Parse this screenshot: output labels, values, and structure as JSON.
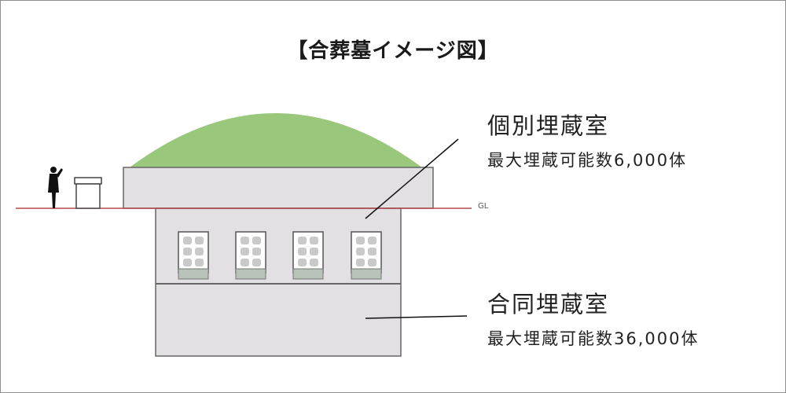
{
  "title": "【合葬墓イメージ図】",
  "ground_label": "GL",
  "individual_chamber": {
    "name": "個別埋蔵室",
    "capacity": "最大埋蔵可能数6,000体"
  },
  "shared_chamber": {
    "name": "合同埋蔵室",
    "capacity": "最大埋蔵可能数36,000体"
  },
  "colors": {
    "mound": "#99c77b",
    "building": "#e3e0e3",
    "ground_line": "#b24a4a",
    "outline": "#666666"
  }
}
